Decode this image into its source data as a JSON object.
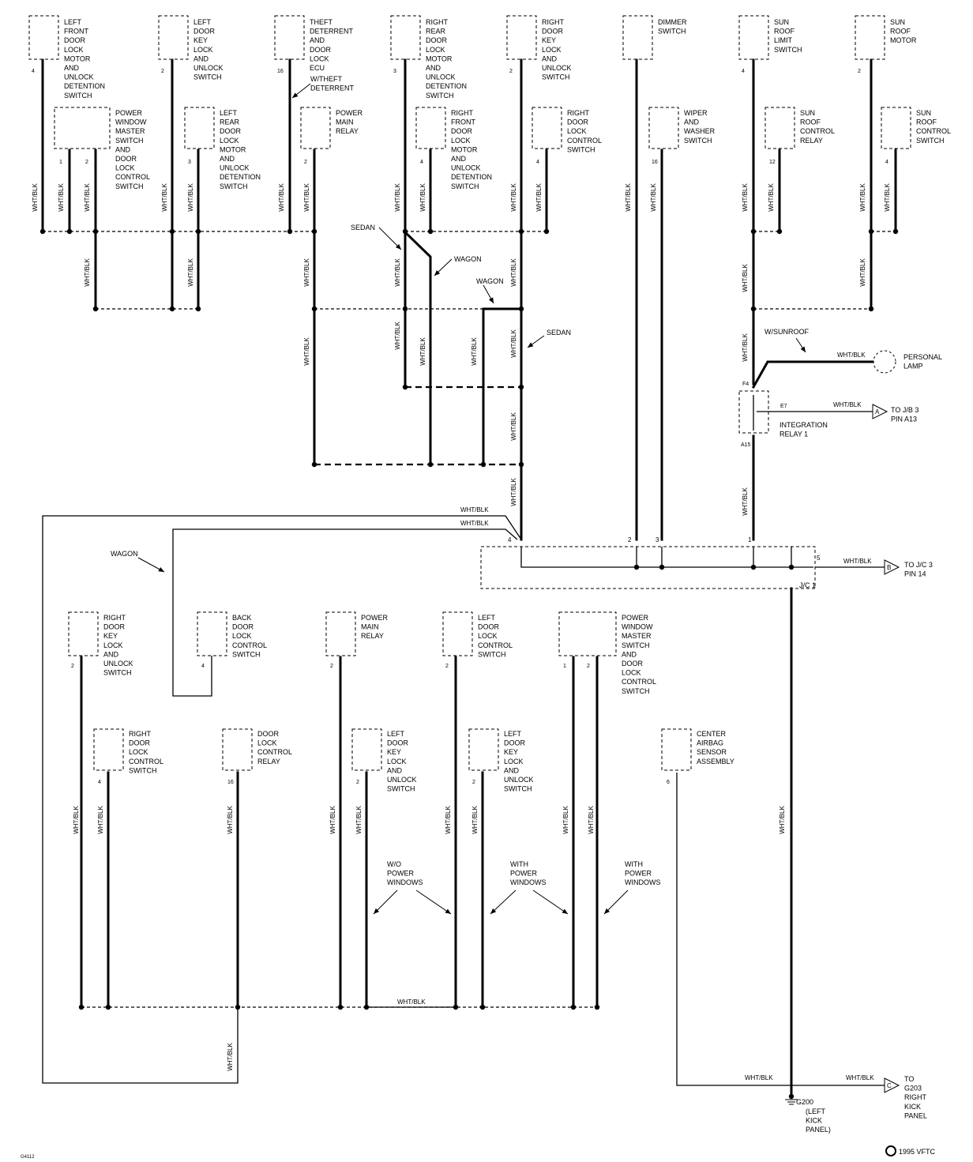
{
  "ground_title": "G200",
  "components_top": [
    {
      "lines": [
        "LEFT",
        "FRONT",
        "DOOR",
        "LOCK",
        "MOTOR",
        "AND",
        "UNLOCK",
        "DETENTION",
        "SWITCH"
      ],
      "pin": "4"
    },
    {
      "lines": [
        "LEFT",
        "DOOR",
        "KEY",
        "LOCK",
        "AND",
        "UNLOCK",
        "SWITCH"
      ],
      "pin": "2"
    },
    {
      "lines": [
        "THEFT",
        "DETERRENT",
        "AND",
        "DOOR",
        "LOCK",
        "ECU"
      ],
      "pin": "16"
    },
    {
      "lines": [
        "RIGHT",
        "REAR",
        "DOOR",
        "LOCK",
        "MOTOR",
        "AND",
        "UNLOCK",
        "DETENTION",
        "SWITCH"
      ],
      "pin": "3"
    },
    {
      "lines": [
        "RIGHT",
        "DOOR",
        "KEY",
        "LOCK",
        "AND",
        "UNLOCK",
        "SWITCH"
      ],
      "pin": "2"
    },
    {
      "lines": [
        "DIMMER",
        "SWITCH"
      ],
      "pin": ""
    },
    {
      "lines": [
        "SUN",
        "ROOF",
        "LIMIT",
        "SWITCH"
      ],
      "pin": "4"
    },
    {
      "lines": [
        "SUN",
        "ROOF",
        "MOTOR"
      ],
      "pin": "2"
    }
  ],
  "components_row2": [
    {
      "lines": [
        "POWER",
        "WINDOW",
        "MASTER",
        "SWITCH",
        "AND",
        "DOOR",
        "LOCK",
        "CONTROL",
        "SWITCH"
      ],
      "pins": [
        "1",
        "2"
      ]
    },
    {
      "lines": [
        "LEFT",
        "REAR",
        "DOOR",
        "LOCK",
        "MOTOR",
        "AND",
        "UNLOCK",
        "DETENTION",
        "SWITCH"
      ],
      "pins": [
        "3"
      ]
    },
    {
      "lines": [
        "POWER",
        "MAIN",
        "RELAY"
      ],
      "pins": [
        "2"
      ]
    },
    {
      "lines": [
        "RIGHT",
        "FRONT",
        "DOOR",
        "LOCK",
        "MOTOR",
        "AND",
        "UNLOCK",
        "DETENTION",
        "SWITCH"
      ],
      "pins": [
        "4"
      ]
    },
    {
      "lines": [
        "RIGHT",
        "DOOR",
        "LOCK",
        "CONTROL",
        "SWITCH"
      ],
      "pins": [
        "4"
      ]
    },
    {
      "lines": [
        "WIPER",
        "AND",
        "WASHER",
        "SWITCH"
      ],
      "pins": [
        "16"
      ]
    },
    {
      "lines": [
        "SUN",
        "ROOF",
        "CONTROL",
        "RELAY"
      ],
      "pins": [
        "12"
      ]
    },
    {
      "lines": [
        "SUN",
        "ROOF",
        "CONTROL",
        "SWITCH"
      ],
      "pins": [
        "4"
      ]
    }
  ],
  "components_bottom_row1": [
    {
      "lines": [
        "RIGHT",
        "DOOR",
        "KEY",
        "LOCK",
        "AND",
        "UNLOCK",
        "SWITCH"
      ],
      "pins": [
        "2"
      ]
    },
    {
      "lines": [
        "BACK",
        "DOOR",
        "LOCK",
        "CONTROL",
        "SWITCH"
      ],
      "pins": [
        "4"
      ]
    },
    {
      "lines": [
        "POWER",
        "MAIN",
        "RELAY"
      ],
      "pins": [
        "2"
      ]
    },
    {
      "lines": [
        "LEFT",
        "DOOR",
        "LOCK",
        "CONTROL",
        "SWITCH"
      ],
      "pins": [
        "2"
      ]
    },
    {
      "lines": [
        "POWER",
        "WINDOW",
        "MASTER",
        "SWITCH",
        "AND",
        "DOOR",
        "LOCK",
        "CONTROL",
        "SWITCH"
      ],
      "pins": [
        "1",
        "2"
      ]
    }
  ],
  "components_bottom_row2": [
    {
      "lines": [
        "RIGHT",
        "DOOR",
        "LOCK",
        "CONTROL",
        "SWITCH"
      ],
      "pins": [
        "4"
      ]
    },
    {
      "lines": [
        "DOOR",
        "LOCK",
        "CONTROL",
        "RELAY"
      ],
      "pins": [
        "16"
      ]
    },
    {
      "lines": [
        "LEFT",
        "DOOR",
        "KEY",
        "LOCK",
        "AND",
        "UNLOCK",
        "SWITCH"
      ],
      "pins": [
        "2"
      ]
    },
    {
      "lines": [
        "LEFT",
        "DOOR",
        "KEY",
        "LOCK",
        "AND",
        "UNLOCK",
        "SWITCH"
      ],
      "pins": [
        "2"
      ]
    },
    {
      "lines": [
        "CENTER",
        "AIRBAG",
        "SENSOR",
        "ASSEMBLY"
      ],
      "pins": [
        "6"
      ]
    }
  ],
  "wire_label": "WHT/BLK",
  "notes": {
    "sedan": "SEDAN",
    "wagon": "WAGON",
    "w_theft": [
      "W/THEFT",
      "DETERRENT"
    ],
    "w_sunroof": "W/SUNROOF",
    "wo_power_windows": [
      "W/O",
      "POWER",
      "WINDOWS"
    ],
    "with_power_windows": [
      "WITH",
      "POWER",
      "WINDOWS"
    ]
  },
  "integration_relay": {
    "lines": [
      "INTEGRATION",
      "RELAY 1"
    ],
    "pins": [
      "F4",
      "E7",
      "A15"
    ]
  },
  "personal_lamp": [
    "PERSONAL",
    "LAMP"
  ],
  "jc1": {
    "name": "J/C 1",
    "pins": [
      "4",
      "2",
      "3",
      "1",
      "5"
    ]
  },
  "connectors": [
    {
      "letter": "A",
      "lines": [
        "TO J/B 3",
        "PIN A13"
      ]
    },
    {
      "letter": "B",
      "lines": [
        "TO J/C 3",
        "PIN 14"
      ]
    },
    {
      "letter": "C",
      "lines": [
        "TO",
        "G203",
        "RIGHT",
        "KICK",
        "PANEL"
      ]
    }
  ],
  "ground_lines": [
    "(LEFT",
    "KICK",
    "PANEL)"
  ],
  "copyright": "1995 VFTC",
  "figure_id": "G4112"
}
